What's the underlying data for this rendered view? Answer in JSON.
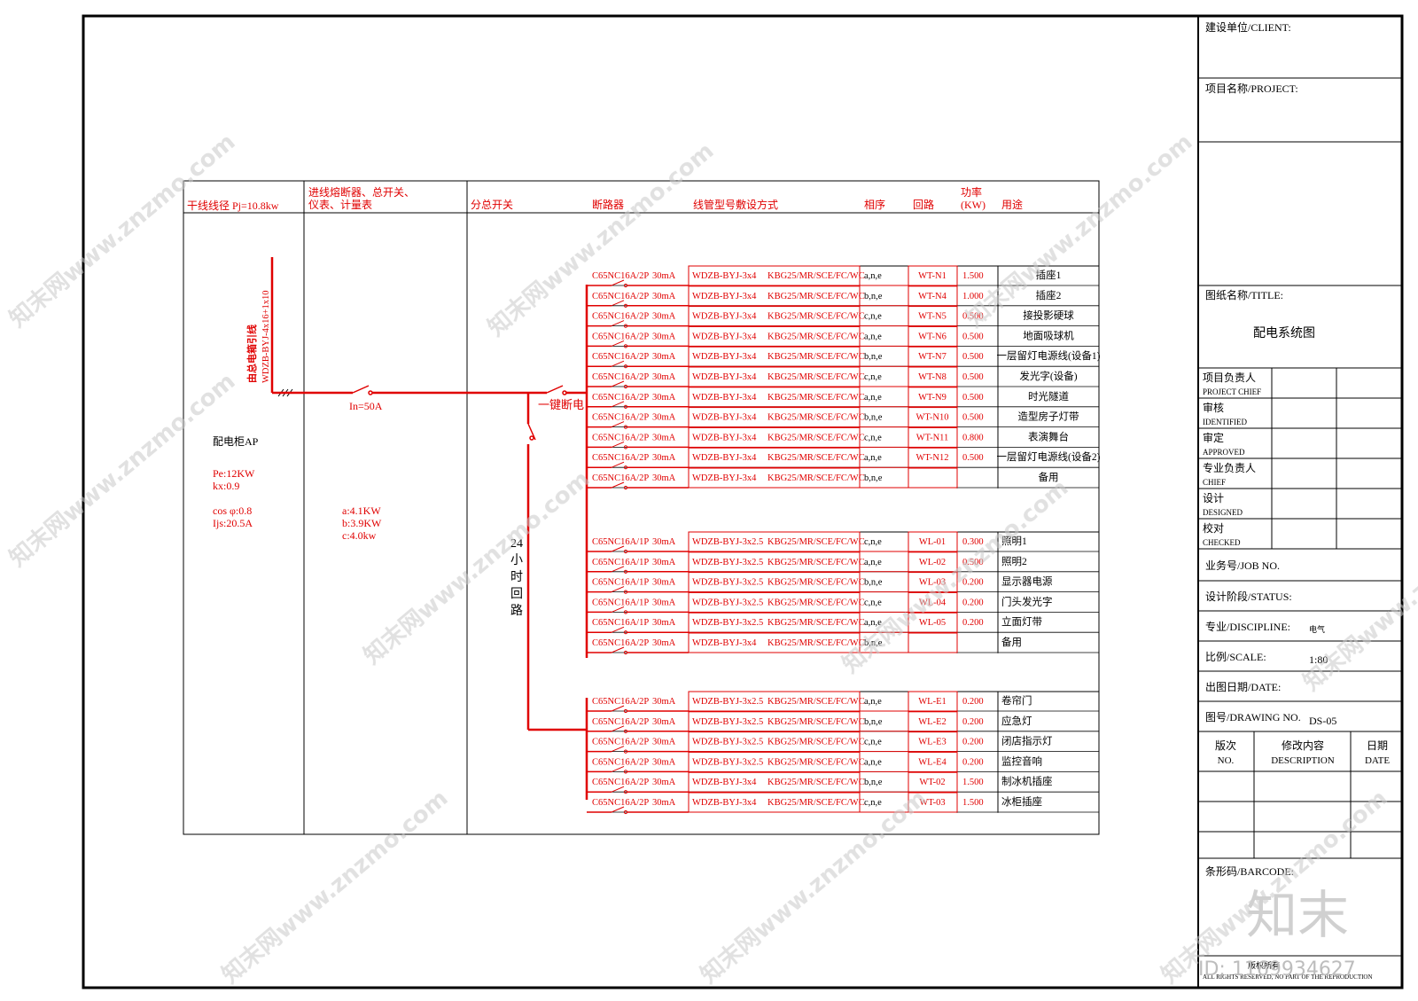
{
  "header": {
    "col_trunk": "干线线径 Pj=10.8kw",
    "col_inlet_1": "进线熔断器、总开关、",
    "col_inlet_2": "仪表、计量表",
    "col_branch_main": "分总开关",
    "col_breaker": "断路器",
    "col_conduit": "线管型号敷设方式",
    "col_phase": "相序",
    "col_circuit": "回路",
    "col_power_1": "功率",
    "col_power_2": "(KW)",
    "col_use": "用途"
  },
  "trunk": {
    "cable_1": "由总电箱引线",
    "cable_2": "WDZB-BYJ-4x16+1x10"
  },
  "panel": {
    "name": "配电柜AP",
    "pe": "Pe:12KW",
    "kx": "kx:0.9",
    "cos": "cos φ:0.8",
    "ijs": "Ijs:20.5A"
  },
  "inlet": {
    "in_rating": "In=50A",
    "a": "a:4.1KW",
    "b": "b:3.9KW",
    "c": "c:4.0kw"
  },
  "switch_label": "一键断电",
  "loop24": [
    "24",
    "小",
    "时",
    "回",
    "路"
  ],
  "groups": [
    {
      "rows": [
        {
          "breaker": "C65NC16A/2P",
          "ma": "30mA",
          "cable": "WDZB-BYJ-3x4",
          "method": "KBG25/MR/SCE/FC/WC",
          "phase": "a,n,e",
          "circuit": "WT-N1",
          "power": "1.500",
          "use": "插座1"
        },
        {
          "breaker": "C65NC16A/2P",
          "ma": "30mA",
          "cable": "WDZB-BYJ-3x4",
          "method": "KBG25/MR/SCE/FC/WC",
          "phase": "b,n,e",
          "circuit": "WT-N4",
          "power": "1.000",
          "use": "插座2"
        },
        {
          "breaker": "C65NC16A/2P",
          "ma": "30mA",
          "cable": "WDZB-BYJ-3x4",
          "method": "KBG25/MR/SCE/FC/WC",
          "phase": "c,n,e",
          "circuit": "WT-N5",
          "power": "0.500",
          "use": "接投影硬球"
        },
        {
          "breaker": "C65NC16A/2P",
          "ma": "30mA",
          "cable": "WDZB-BYJ-3x4",
          "method": "KBG25/MR/SCE/FC/WC",
          "phase": "a,n,e",
          "circuit": "WT-N6",
          "power": "0.500",
          "use": "地面吸球机"
        },
        {
          "breaker": "C65NC16A/2P",
          "ma": "30mA",
          "cable": "WDZB-BYJ-3x4",
          "method": "KBG25/MR/SCE/FC/WC",
          "phase": "b,n,e",
          "circuit": "WT-N7",
          "power": "0.500",
          "use": "一层留灯电源线(设备1)"
        },
        {
          "breaker": "C65NC16A/2P",
          "ma": "30mA",
          "cable": "WDZB-BYJ-3x4",
          "method": "KBG25/MR/SCE/FC/WC",
          "phase": "c,n,e",
          "circuit": "WT-N8",
          "power": "0.500",
          "use": "发光字(设备)"
        },
        {
          "breaker": "C65NC16A/2P",
          "ma": "30mA",
          "cable": "WDZB-BYJ-3x4",
          "method": "KBG25/MR/SCE/FC/WC",
          "phase": "a,n,e",
          "circuit": "WT-N9",
          "power": "0.500",
          "use": "时光隧道"
        },
        {
          "breaker": "C65NC16A/2P",
          "ma": "30mA",
          "cable": "WDZB-BYJ-3x4",
          "method": "KBG25/MR/SCE/FC/WC",
          "phase": "b,n,e",
          "circuit": "WT-N10",
          "power": "0.500",
          "use": "造型房子灯带"
        },
        {
          "breaker": "C65NC16A/2P",
          "ma": "30mA",
          "cable": "WDZB-BYJ-3x4",
          "method": "KBG25/MR/SCE/FC/WC",
          "phase": "c,n,e",
          "circuit": "WT-N11",
          "power": "0.800",
          "use": "表演舞台"
        },
        {
          "breaker": "C65NC16A/2P",
          "ma": "30mA",
          "cable": "WDZB-BYJ-3x4",
          "method": "KBG25/MR/SCE/FC/WC",
          "phase": "a,n,e",
          "circuit": "WT-N12",
          "power": "0.500",
          "use": "一层留灯电源线(设备2)"
        },
        {
          "breaker": "C65NC16A/2P",
          "ma": "30mA",
          "cable": "WDZB-BYJ-3x4",
          "method": "KBG25/MR/SCE/FC/WC",
          "phase": "b,n,e",
          "circuit": "",
          "power": "",
          "use": "备用"
        }
      ]
    },
    {
      "rows": [
        {
          "breaker": "C65NC16A/1P",
          "ma": "30mA",
          "cable": "WDZB-BYJ-3x2.5",
          "method": "KBG25/MR/SCE/FC/WC",
          "phase": "c,n,e",
          "circuit": "WL-01",
          "power": "0.300",
          "use": "照明1"
        },
        {
          "breaker": "C65NC16A/1P",
          "ma": "30mA",
          "cable": "WDZB-BYJ-3x2.5",
          "method": "KBG25/MR/SCE/FC/WC",
          "phase": "a,n,e",
          "circuit": "WL-02",
          "power": "0.500",
          "use": "照明2"
        },
        {
          "breaker": "C65NC16A/1P",
          "ma": "30mA",
          "cable": "WDZB-BYJ-3x2.5",
          "method": "KBG25/MR/SCE/FC/WC",
          "phase": "b,n,e",
          "circuit": "WL-03",
          "power": "0.200",
          "use": "显示器电源"
        },
        {
          "breaker": "C65NC16A/1P",
          "ma": "30mA",
          "cable": "WDZB-BYJ-3x2.5",
          "method": "KBG25/MR/SCE/FC/WC",
          "phase": "c,n,e",
          "circuit": "WL-04",
          "power": "0.200",
          "use": "门头发光字"
        },
        {
          "breaker": "C65NC16A/1P",
          "ma": "30mA",
          "cable": "WDZB-BYJ-3x2.5",
          "method": "KBG25/MR/SCE/FC/WC",
          "phase": "a,n,e",
          "circuit": "WL-05",
          "power": "0.200",
          "use": "立面灯带"
        },
        {
          "breaker": "C65NC16A/2P",
          "ma": "30mA",
          "cable": "WDZB-BYJ-3x4",
          "method": "KBG25/MR/SCE/FC/WC",
          "phase": "b,n,e",
          "circuit": "",
          "power": "",
          "use": "备用"
        }
      ]
    },
    {
      "rows": [
        {
          "breaker": "C65NC16A/2P",
          "ma": "30mA",
          "cable": "WDZB-BYJ-3x2.5",
          "method": "KBG25/MR/SCE/FC/WC",
          "phase": "a,n,e",
          "circuit": "WL-E1",
          "power": "0.200",
          "use": "卷帘门"
        },
        {
          "breaker": "C65NC16A/2P",
          "ma": "30mA",
          "cable": "WDZB-BYJ-3x2.5",
          "method": "KBG25/MR/SCE/FC/WC",
          "phase": "b,n,e",
          "circuit": "WL-E2",
          "power": "0.200",
          "use": "应急灯"
        },
        {
          "breaker": "C65NC16A/2P",
          "ma": "30mA",
          "cable": "WDZB-BYJ-3x2.5",
          "method": "KBG25/MR/SCE/FC/WC",
          "phase": "c,n,e",
          "circuit": "WL-E3",
          "power": "0.200",
          "use": "闭店指示灯"
        },
        {
          "breaker": "C65NC16A/2P",
          "ma": "30mA",
          "cable": "WDZB-BYJ-3x2.5",
          "method": "KBG25/MR/SCE/FC/WC",
          "phase": "a,n,e",
          "circuit": "WL-E4",
          "power": "0.200",
          "use": "监控音响"
        },
        {
          "breaker": "C65NC16A/2P",
          "ma": "30mA",
          "cable": "WDZB-BYJ-3x4",
          "method": "KBG25/MR/SCE/FC/WC",
          "phase": "b,n,e",
          "circuit": "WT-02",
          "power": "1.500",
          "use": "制冰机插座"
        },
        {
          "breaker": "C65NC16A/2P",
          "ma": "30mA",
          "cable": "WDZB-BYJ-3x4",
          "method": "KBG25/MR/SCE/FC/WC",
          "phase": "c,n,e",
          "circuit": "WT-03",
          "power": "1.500",
          "use": "冰柜插座"
        }
      ]
    }
  ],
  "titleblock": {
    "client": "建设单位/CLIENT:",
    "project": "项目名称/PROJECT:",
    "title_label": "图纸名称/TITLE:",
    "title_value": "配电系统图",
    "chief_cn": "项目负责人",
    "chief_en": "PROJECT CHIEF",
    "identified_cn": "审核",
    "identified_en": "IDENTIFIED",
    "approved_cn": "审定",
    "approved_en": "APPROVED",
    "chief2_cn": "专业负责人",
    "chief2_en": "CHIEF",
    "designed_cn": "设计",
    "designed_en": "DESIGNED",
    "checked_cn": "校对",
    "checked_en": "CHECKED",
    "job": "业务号/JOB NO.",
    "status": "设计阶段/STATUS:",
    "discipline": "专业/DISCIPLINE:",
    "discipline_value": "电气",
    "scale": "比例/SCALE:",
    "scale_value": "1:80",
    "date": "出图日期/DATE:",
    "drawing_no": "图号/DRAWING NO.",
    "drawing_no_value": "DS-05",
    "rev_cn": "版次",
    "rev_en": "NO.",
    "desc_cn": "修改内容",
    "desc_en": "DESCRIPTION",
    "rdate_cn": "日期",
    "rdate_en": "DATE",
    "barcode": "条形码/BARCODE:",
    "copyright_cn": "版权所有",
    "copyright_en": "ALL RIGHTS RESERVED, NO PART OF THE REPRODUCTION"
  },
  "watermark": {
    "site": "知末网www.znzmo.com",
    "logo": "知末",
    "id": "ID: 1169934627"
  },
  "colors": {
    "red": "#e00000",
    "black": "#000000",
    "watermark": "#c8c8c8"
  }
}
